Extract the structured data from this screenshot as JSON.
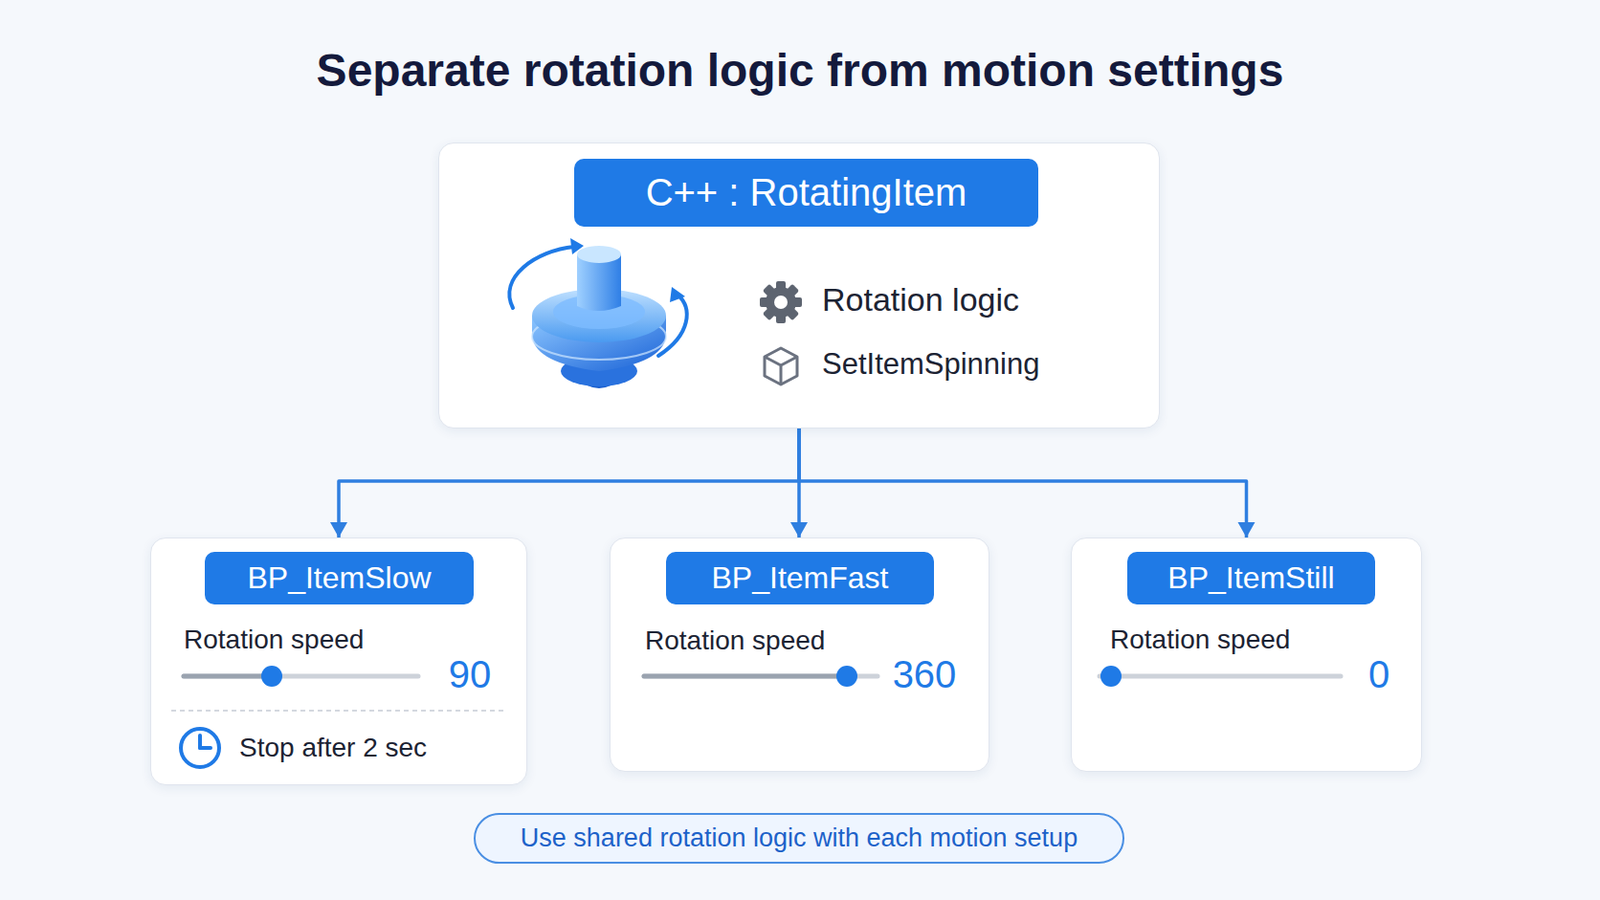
{
  "diagram": {
    "title": "Separate rotation logic from motion settings",
    "caption": "Use shared rotation logic with each motion setup",
    "nodes": [
      {
        "text": [
          "Rotation logic",
          "SetItemSpinning"
        ]
      },
      {
        "text": [
          "C++ : RotatingItem"
        ],
        "in": 0
      },
      {
        "text": [
          "Rotation speed",
          "90",
          "Stop after 2 sec"
        ]
      },
      {
        "text": [
          "BP_ItemSlow"
        ],
        "in": 2
      },
      {
        "text": [
          "Rotation speed",
          "360"
        ]
      },
      {
        "text": [
          "BP_ItemFast"
        ],
        "in": 4
      },
      {
        "text": [
          "Rotation speed",
          "0"
        ]
      },
      {
        "text": [
          "BP_ItemStill"
        ],
        "in": 6
      }
    ],
    "edges": [
      {
        "from": 0,
        "to": 2,
        "arrow": "to"
      },
      {
        "from": 0,
        "to": 4,
        "arrow": "to"
      },
      {
        "from": 0,
        "to": 6,
        "arrow": "to"
      }
    ]
  }
}
